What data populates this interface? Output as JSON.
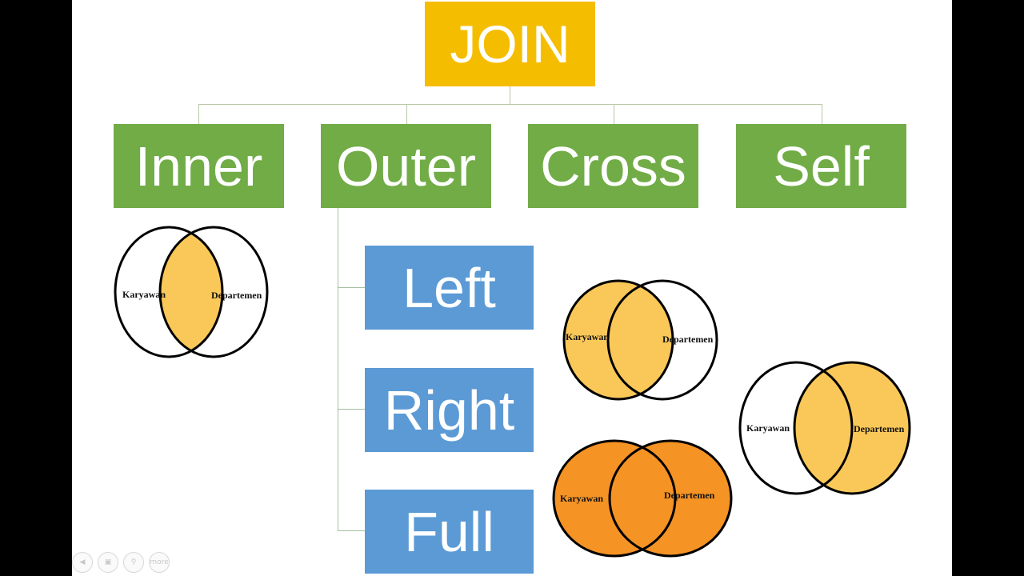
{
  "diagram": {
    "root": "JOIN",
    "categories": {
      "inner": "Inner",
      "outer": "Outer",
      "cross": "Cross",
      "self": "Self"
    },
    "outer_types": {
      "left": "Left",
      "right": "Right",
      "full": "Full"
    }
  },
  "venns": {
    "inner": {
      "left_label": "Karyawan",
      "right_label": "Departemen"
    },
    "left": {
      "left_label": "Karyawan",
      "right_label": "Departemen"
    },
    "full": {
      "left_label": "Karyawan",
      "right_label": "Departemen"
    },
    "right": {
      "left_label": "Karyawan",
      "right_label": "Departemen"
    }
  },
  "colors": {
    "root": "#f5bd00",
    "category": "#71ac47",
    "outer_type": "#5b9ad5",
    "highlight": "#fac858",
    "full_fill": "#f59324"
  },
  "controls": {
    "icons": [
      "previous-icon",
      "slides-icon",
      "zoom-icon",
      "more-icon"
    ],
    "more_label": "more"
  }
}
